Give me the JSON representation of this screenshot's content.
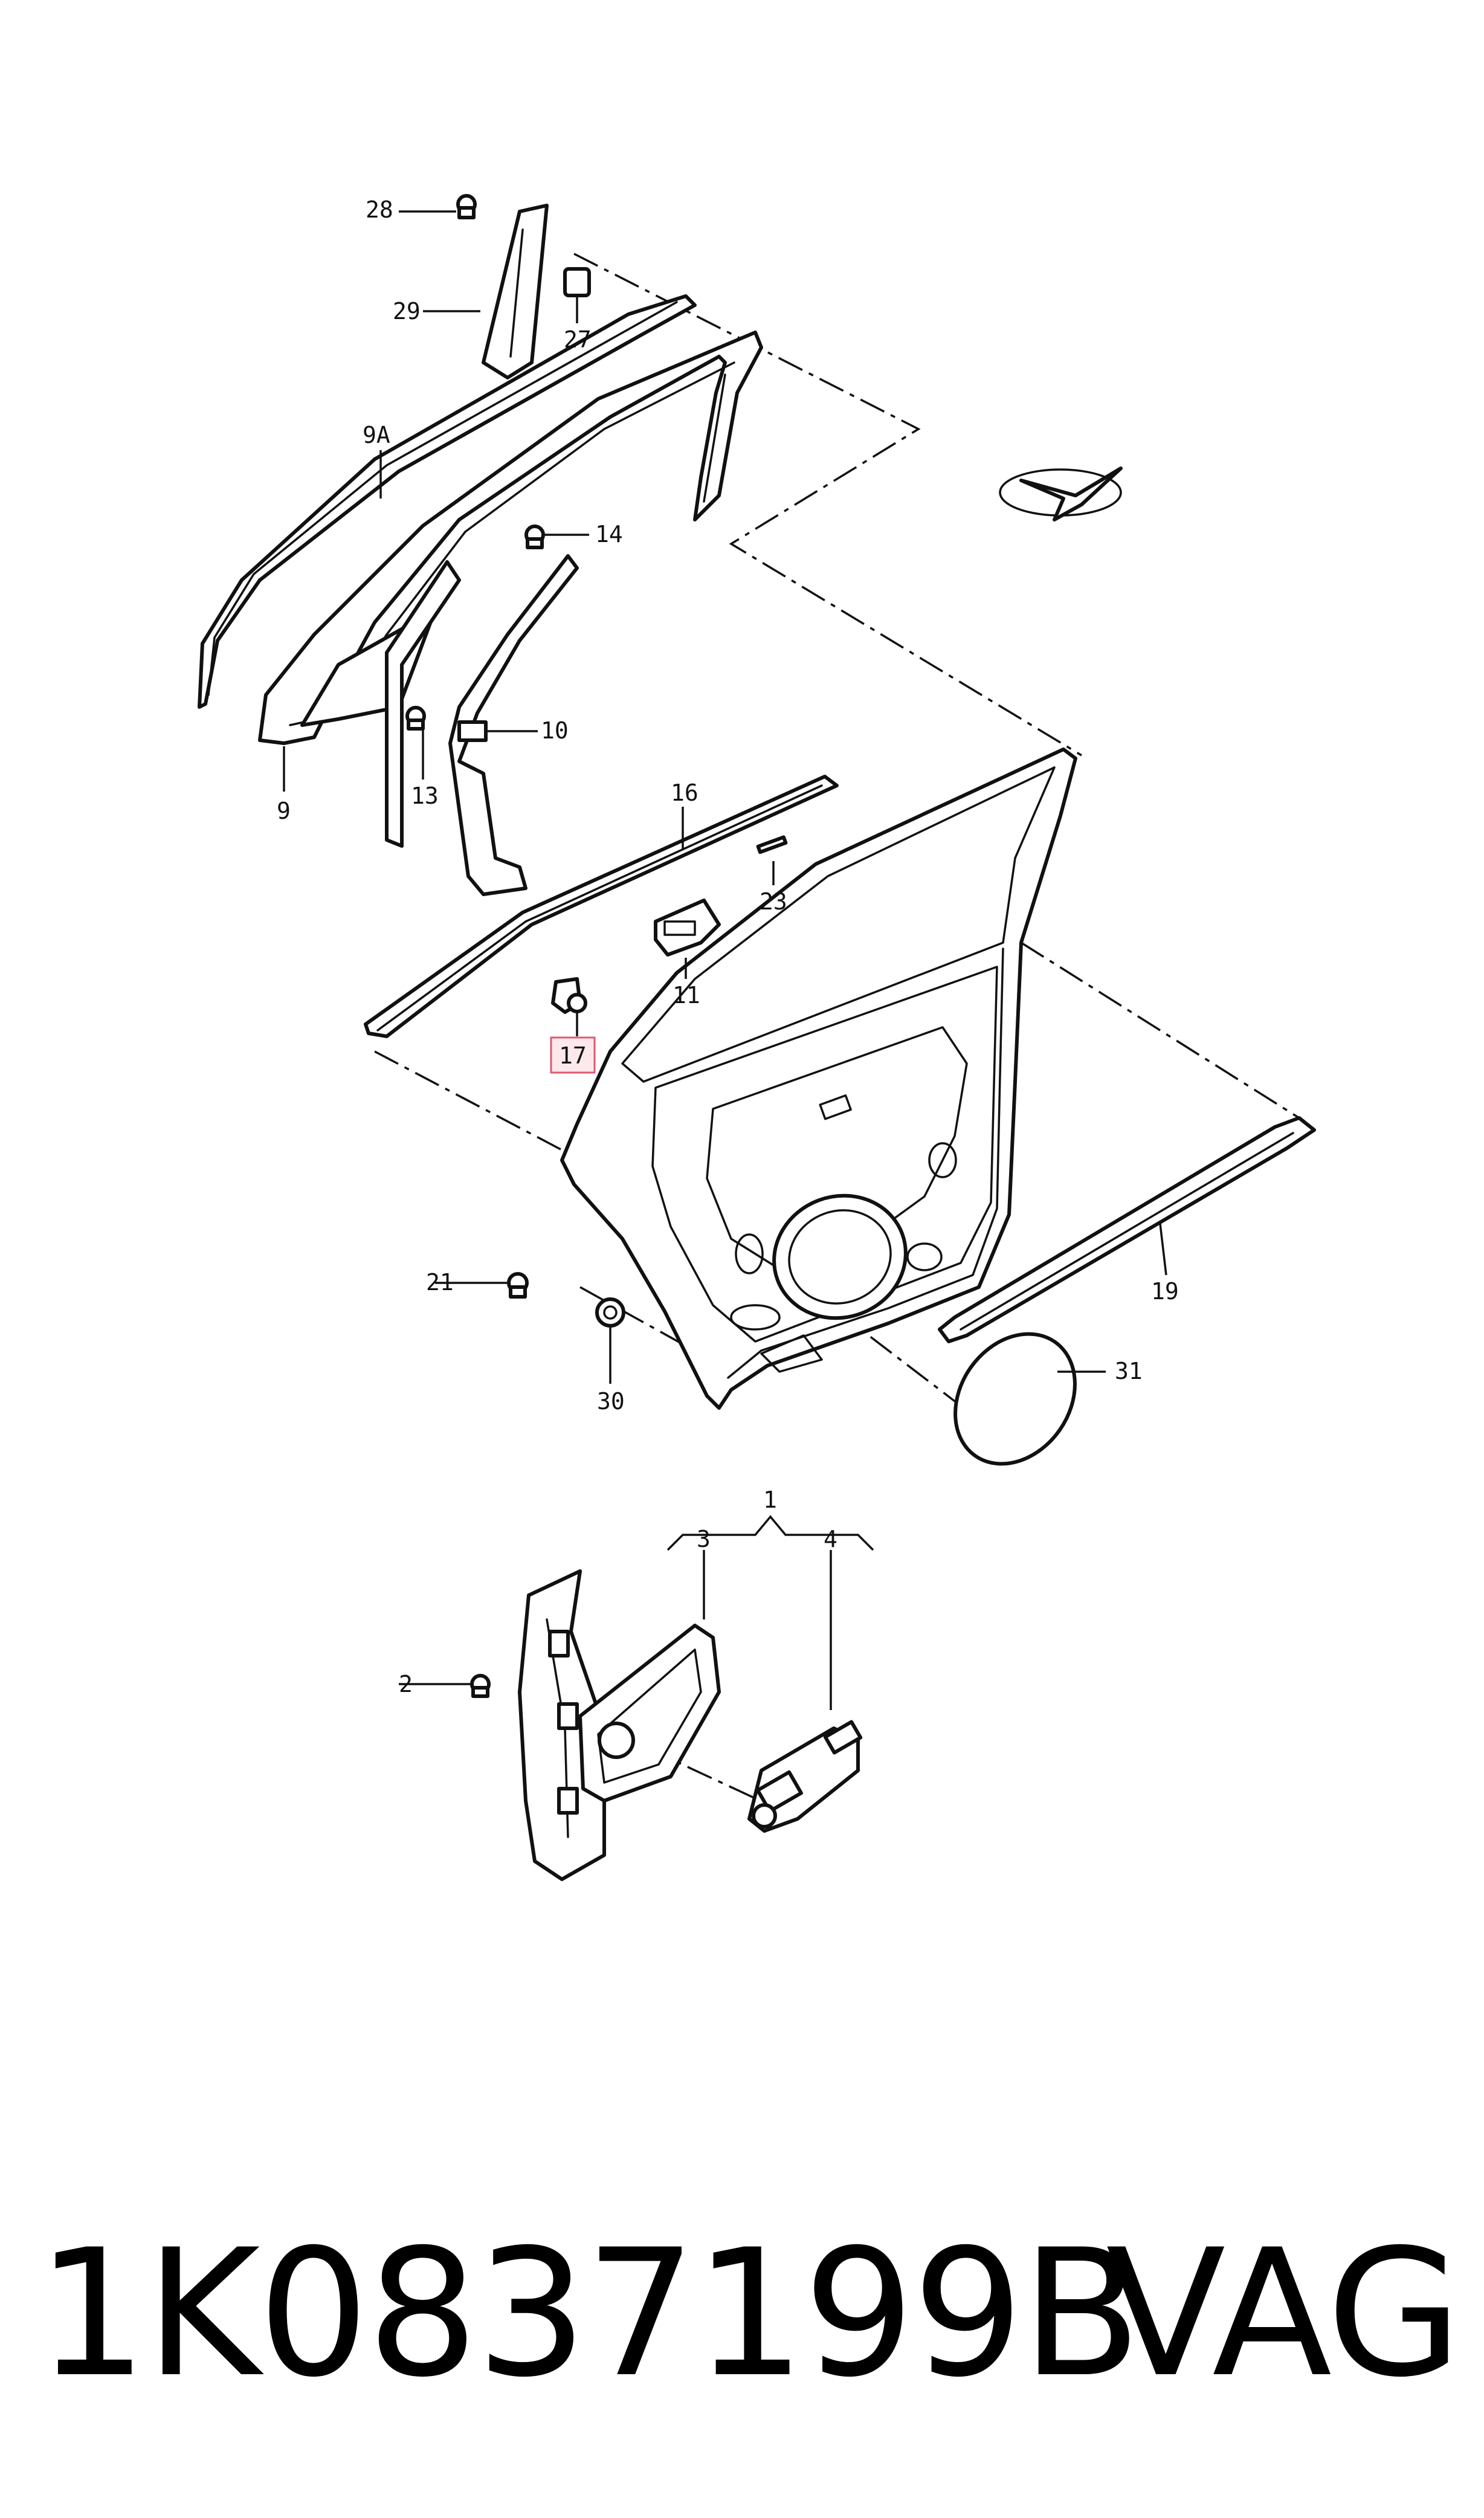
{
  "callouts": {
    "c1": "1",
    "c2": "2",
    "c3": "3",
    "c4": "4",
    "c9": "9",
    "c9a": "9A",
    "c10": "10",
    "c11": "11",
    "c13": "13",
    "c14": "14",
    "c16": "16",
    "c17": "17",
    "c19": "19",
    "c21": "21",
    "c23": "23",
    "c27": "27",
    "c28": "28",
    "c29": "29",
    "c30": "30",
    "c31": "31"
  },
  "highlighted_callout": "17",
  "footer": {
    "part_number": "1K0837199B",
    "brand": "VAG"
  },
  "colors": {
    "line": "#111111",
    "highlight_fill": "#fde8ec",
    "highlight_border": "#e05a72"
  },
  "icons": [
    "compass-star-icon"
  ]
}
